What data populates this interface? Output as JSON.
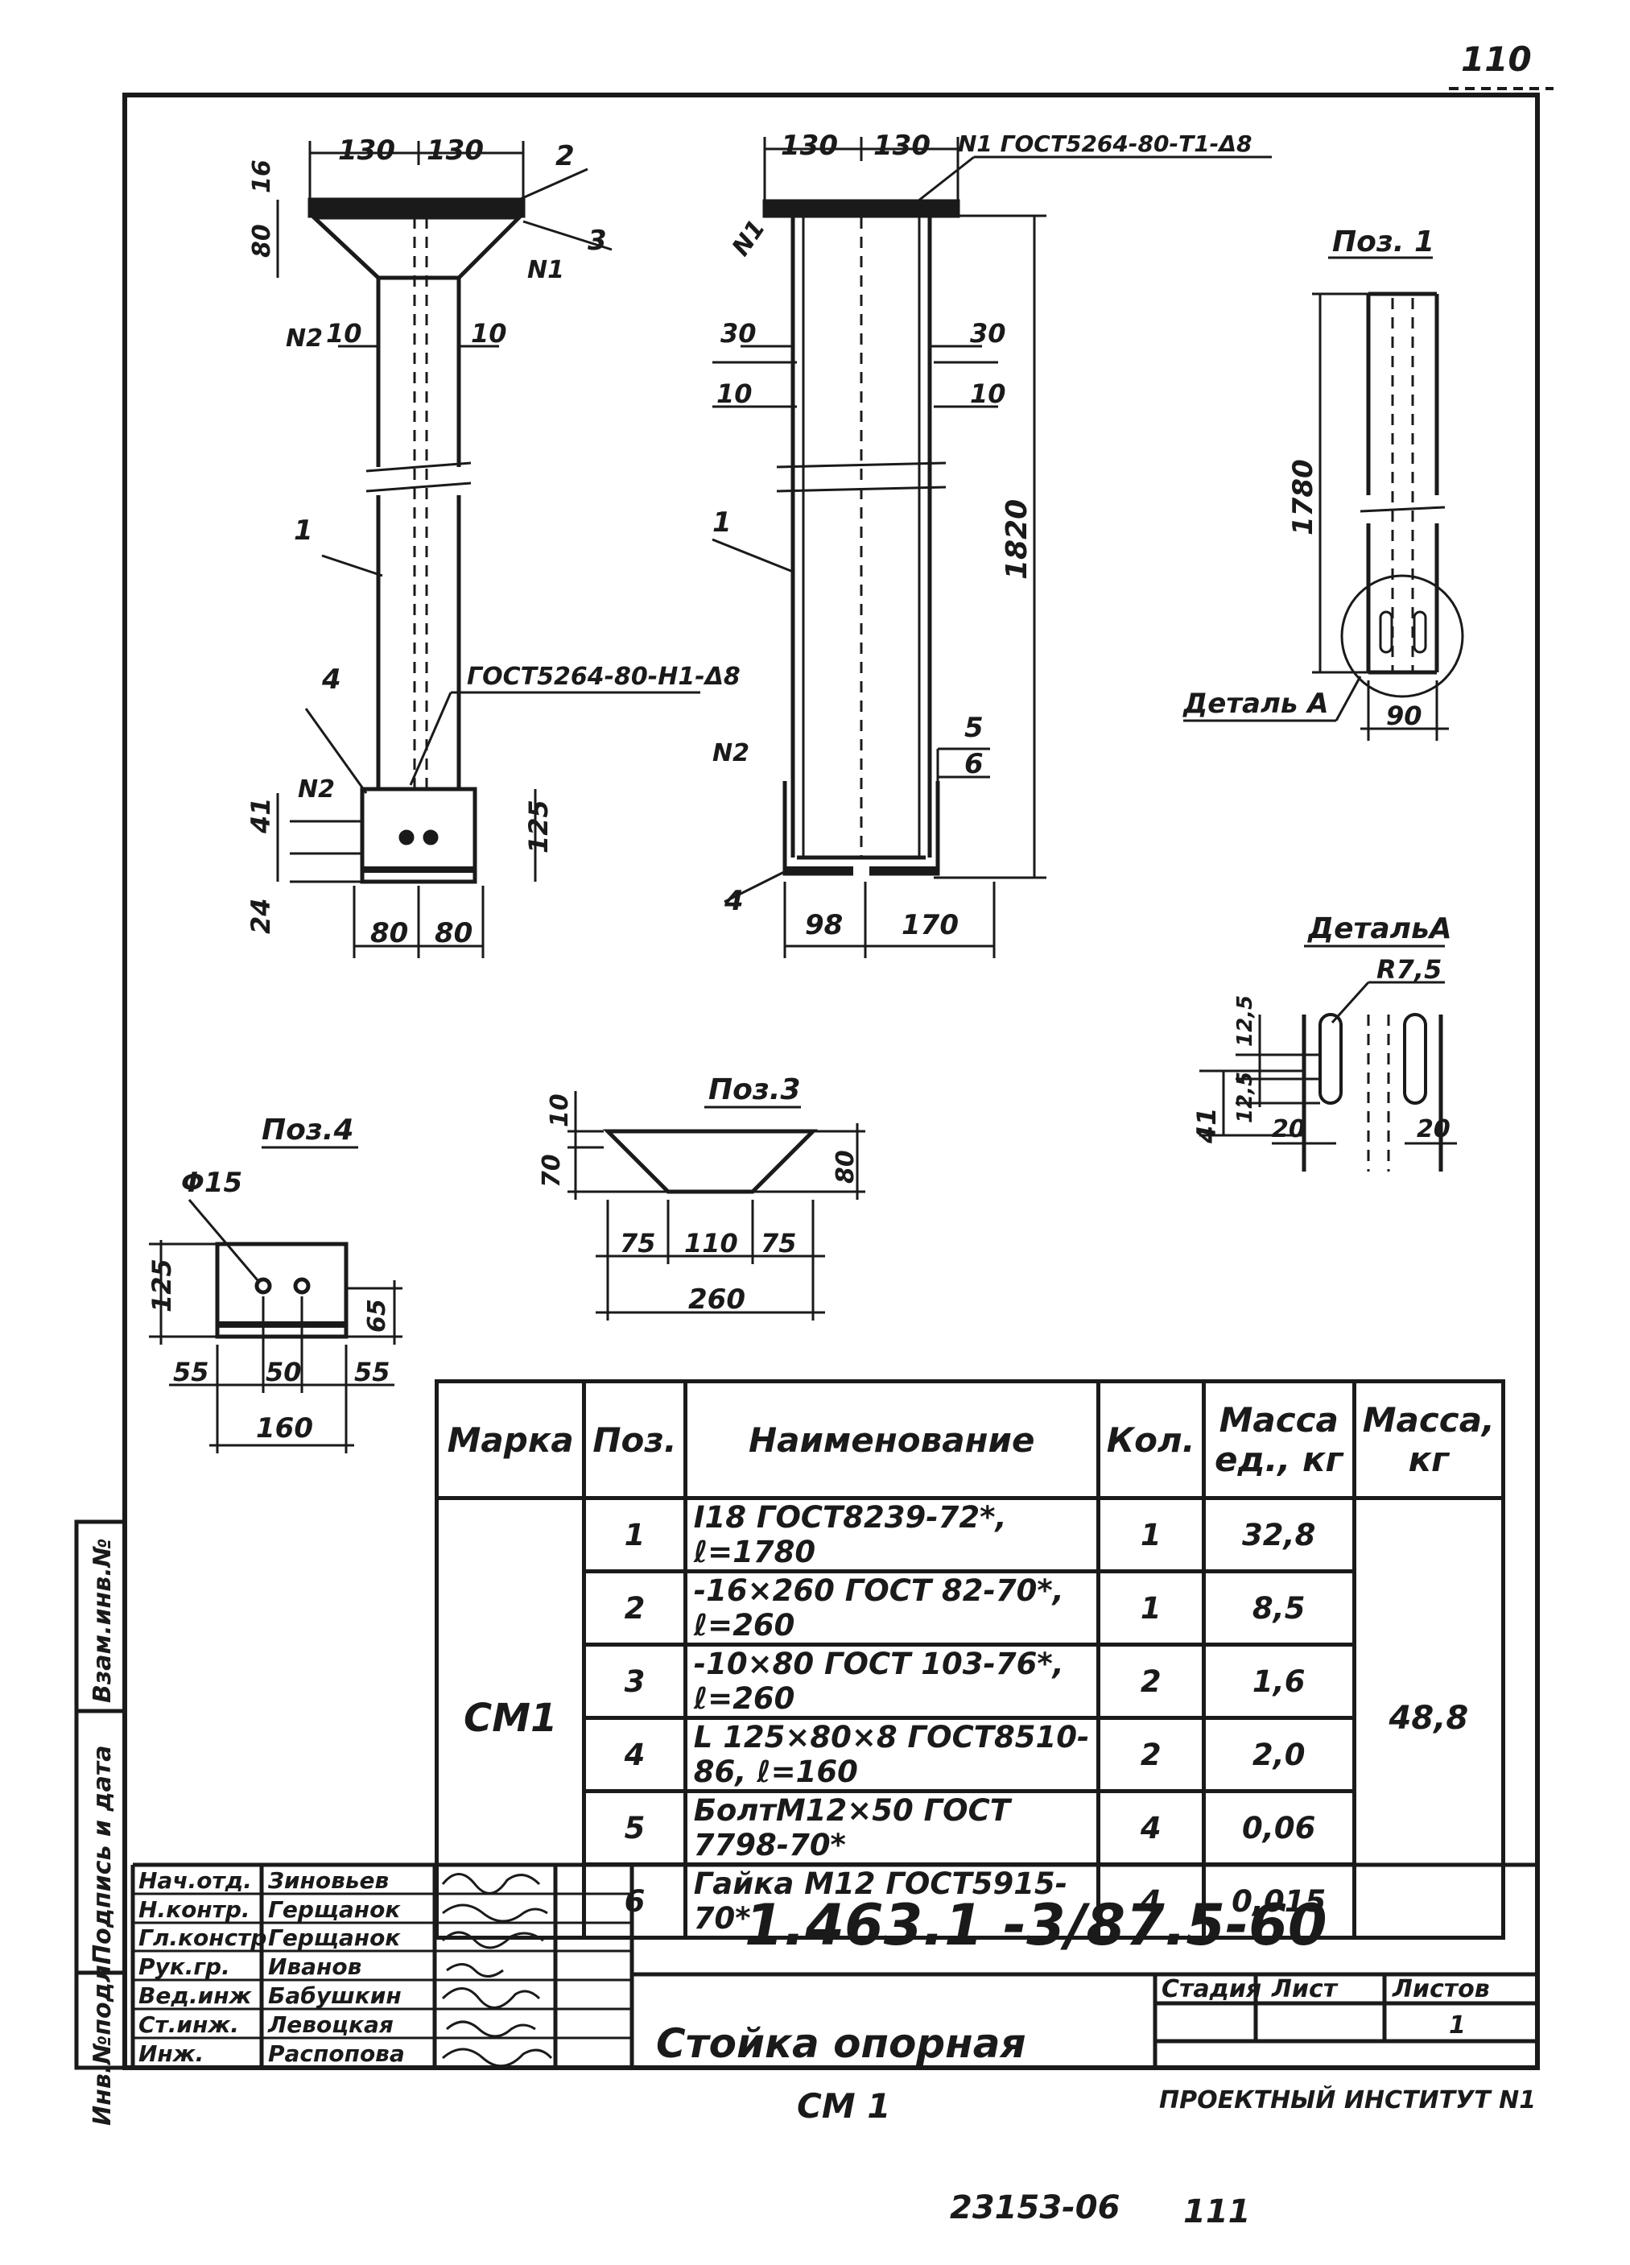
{
  "page_number": "110",
  "sheet_footer": {
    "archive": "23153-06",
    "number": "111"
  },
  "views": {
    "side_dims": {
      "top_half": "130",
      "top_half2": "130",
      "flange_h": "16",
      "gusset_h": "80",
      "w1": "10",
      "w2": "10",
      "base_h1": "41",
      "base_h2": "24",
      "base_total": "125",
      "base_w1": "80",
      "base_w2": "80",
      "weld_top": "N2",
      "weld_top2": "N1",
      "weld_base": "N2",
      "weld_base_gost": "ГОСТ5264-80-Н1-Δ8"
    },
    "front_dims": {
      "top_half": "130",
      "top_half2": "130",
      "gost_top": "N1 ГОСТ5264-80-Т1-Δ8",
      "weld_n1": "N1",
      "d30a": "30",
      "d30b": "30",
      "d10a": "10",
      "d10b": "10",
      "height": "1820",
      "weld_n2": "N2",
      "bot_a": "98",
      "bot_b": "170"
    },
    "callouts": [
      "2",
      "3",
      "1",
      "4",
      "1",
      "5",
      "6",
      "4"
    ],
    "poz1": {
      "title": "Поз. 1",
      "length": "1780",
      "width": "90",
      "detail_label": "Деталь А"
    },
    "detail_a": {
      "title": "ДетальА",
      "radius": "R7,5",
      "d1": "12,5",
      "d2": "12,5",
      "d3": "41",
      "d4": "20",
      "d5": "20"
    },
    "poz3": {
      "title": "Поз.3",
      "h1": "10",
      "h2": "70",
      "h3": "80",
      "w1": "75",
      "w2": "110",
      "w3": "75",
      "total": "260"
    },
    "poz4": {
      "title": "Поз.4",
      "hole": "Φ15",
      "h": "125",
      "h2": "65",
      "w1": "55",
      "w2": "50",
      "w3": "55",
      "total": "160"
    }
  },
  "spec": {
    "headers": {
      "mark": "Марка",
      "pos": "Поз.",
      "name": "Наименование",
      "qty": "Кол.",
      "mass_unit": "Масса ед., кг",
      "mass": "Масса, кг"
    },
    "mark": "СМ1",
    "total_mass": "48,8",
    "rows": [
      {
        "pos": "1",
        "name": "I18 ГОСТ8239-72*, ℓ=1780",
        "qty": "1",
        "mass": "32,8"
      },
      {
        "pos": "2",
        "name": "-16×260 ГОСТ 82-70*, ℓ=260",
        "qty": "1",
        "mass": "8,5"
      },
      {
        "pos": "3",
        "name": "-10×80 ГОСТ 103-76*, ℓ=260",
        "qty": "2",
        "mass": "1,6"
      },
      {
        "pos": "4",
        "name": "L 125×80×8 ГОСТ8510-86, ℓ=160",
        "qty": "2",
        "mass": "2,0"
      },
      {
        "pos": "5",
        "name": "БолтМ12×50 ГОСТ 7798-70*",
        "qty": "4",
        "mass": "0,06"
      },
      {
        "pos": "6",
        "name": "Гайка М12   ГОСТ5915-70*",
        "qty": "4",
        "mass": "0,015"
      }
    ]
  },
  "side_stamp": {
    "a": "Взам.инв.№",
    "b": "Подпись и дата",
    "c": "Инв.№подл."
  },
  "title_block": {
    "code": "1.463.1 -3/87.5-60",
    "title_line1": "Стойка опорная",
    "title_line2": "СМ 1",
    "stage_label": "Стадия",
    "sheet_label": "Лист",
    "sheets_label": "Листов",
    "sheet_value": "1",
    "org": "ПРОЕКТНЫЙ ИНСТИТУТ N1",
    "people": [
      {
        "role": "Нач.отд.",
        "name": "Зиновьев"
      },
      {
        "role": "Н.контр.",
        "name": "Герщанок"
      },
      {
        "role": "Гл.констр",
        "name": "Герщанок"
      },
      {
        "role": "Рук.гр.",
        "name": "Иванов"
      },
      {
        "role": "Вед.инж",
        "name": "Бабушкин"
      },
      {
        "role": "Ст.инж.",
        "name": "Левоцкая"
      },
      {
        "role": "Инж.",
        "name": "Распопова"
      }
    ]
  }
}
